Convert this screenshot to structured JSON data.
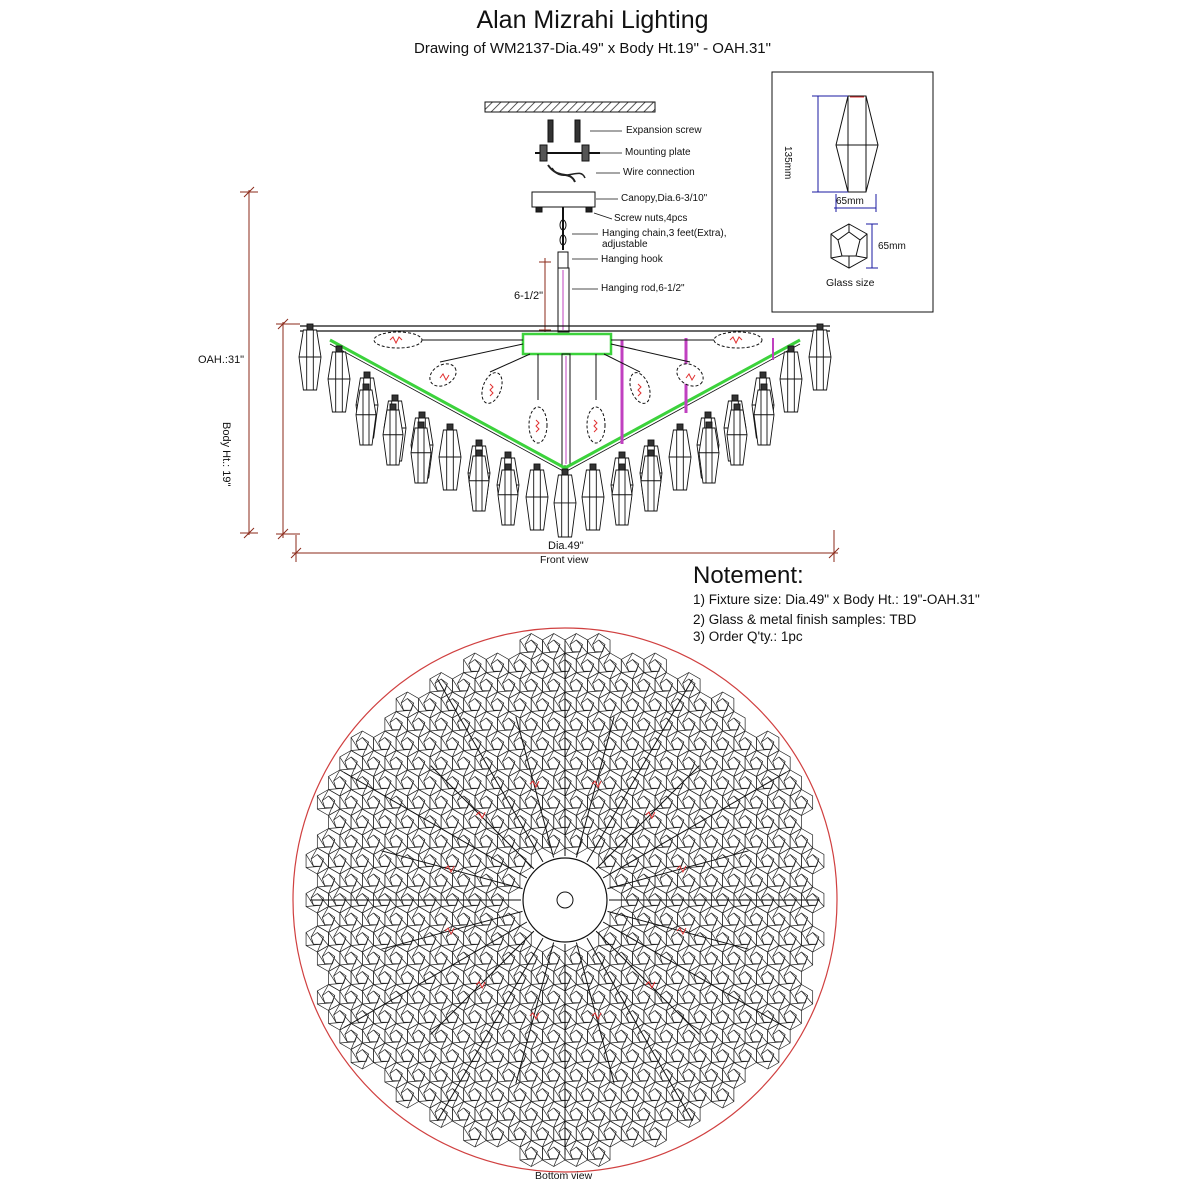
{
  "header": {
    "title": "Alan Mizrahi Lighting",
    "subtitle": "Drawing of WM2137-Dia.49\" x Body Ht.19\" - OAH.31\""
  },
  "callouts": {
    "expansion_screw": "Expansion screw",
    "mounting_plate": "Mounting plate",
    "wire_connection": "Wire connection",
    "canopy": "Canopy,Dia.6-3/10\"",
    "screw_nuts": "Screw nuts,4pcs",
    "hanging_chain_line1": "Hanging chain,3 feet(Extra),",
    "hanging_chain_line2": "adjustable",
    "hanging_hook": "Hanging hook",
    "hanging_rod": "Hanging rod,6-1/2\""
  },
  "dimensions": {
    "rod_length": "6-1/2\"",
    "oah": "OAH.:31\"",
    "body_height": "Body Ht.: 19\"",
    "diameter": "Dia.49\""
  },
  "glass_detail": {
    "height": "135mm",
    "width": "65mm",
    "hex_size": "65mm",
    "caption": "Glass size"
  },
  "views": {
    "front": "Front view",
    "bottom": "Bottom view"
  },
  "notes": {
    "title": "Notement:",
    "items": [
      "1) Fixture size: Dia.49\" x Body Ht.: 19\"-OAH.31\"",
      "2) Glass & metal finish samples: TBD",
      "3) Order Q'ty.: 1pc"
    ]
  },
  "colors": {
    "line": "#111111",
    "dimension": "#8b2a1a",
    "accent_green": "#3cd23c",
    "accent_magenta": "#c040c0",
    "bulb_red": "#e03030",
    "dim_blue": "#1a1aa0"
  }
}
